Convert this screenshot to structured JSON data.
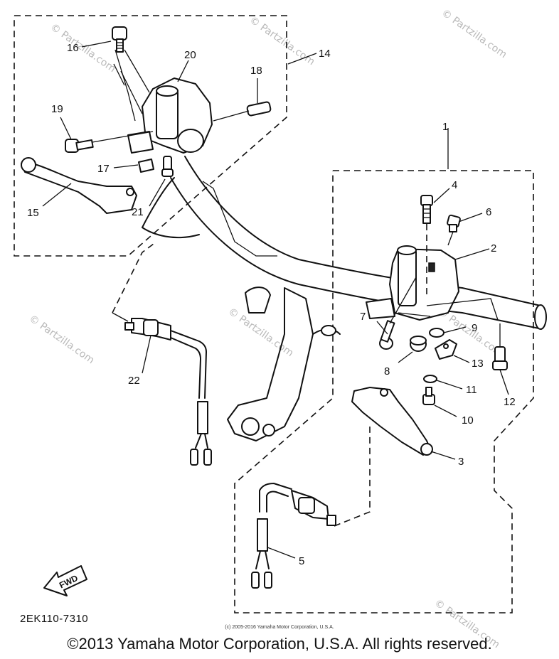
{
  "labels": {
    "l1": "1",
    "l2": "2",
    "l3": "3",
    "l4": "4",
    "l5": "5",
    "l6": "6",
    "l7": "7",
    "l8": "8",
    "l9": "9",
    "l10": "10",
    "l11": "11",
    "l12": "12",
    "l13": "13",
    "l14": "14",
    "l15": "15",
    "l16": "16",
    "l17": "17",
    "l18": "18",
    "l19": "19",
    "l20": "20",
    "l21": "21",
    "l22": "22"
  },
  "fwd_arrow": "FWD",
  "diagram_code": "2EK110-7310",
  "watermark": {
    "brand": "© Partzilla.com",
    "small_copyright": "(c) 2005-2016 Yamaha Motor Corporation, U.S.A."
  },
  "footer": {
    "copyright": "©2013 Yamaha Motor Corporation, U.S.A. All rights reserved."
  }
}
